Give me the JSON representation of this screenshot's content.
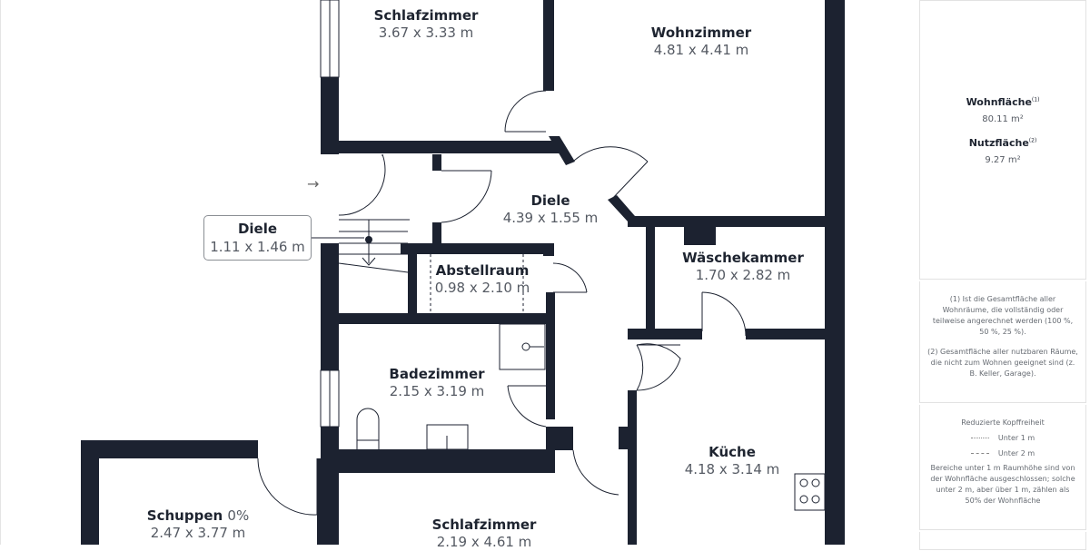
{
  "rooms": {
    "schlafzimmer_top": {
      "name": "Schlafzimmer",
      "dim": "3.67 x 3.33 m"
    },
    "wohnzimmer": {
      "name": "Wohnzimmer",
      "dim": "4.81 x 4.41 m"
    },
    "diele_main": {
      "name": "Diele",
      "dim": "4.39 x 1.55 m"
    },
    "diele_small": {
      "name": "Diele",
      "dim": "1.11 x 1.46 m"
    },
    "abstellraum": {
      "name": "Abstellraum",
      "dim": "0.98 x 2.10 m"
    },
    "waeschekammer": {
      "name": "Wäschekammer",
      "dim": "1.70 x 2.82 m"
    },
    "badezimmer": {
      "name": "Badezimmer",
      "dim": "2.15 x 3.19 m"
    },
    "kueche": {
      "name": "Küche",
      "dim": "4.18 x 3.14 m"
    },
    "schuppen": {
      "name": "Schuppen",
      "pct": "0%",
      "dim": "2.47 x 3.77 m"
    },
    "schlafzimmer_bottom": {
      "name": "Schlafzimmer",
      "dim": "2.19 x 4.61 m"
    }
  },
  "entrance_arrow": "→",
  "sidebar": {
    "wohnflaeche": {
      "label": "Wohnfläche",
      "sup": "(1)",
      "value": "80.11 m²"
    },
    "nutzflaeche": {
      "label": "Nutzfläche",
      "sup": "(2)",
      "value": "9.27 m²"
    },
    "note1": "(1) Ist die Gesamtfläche aller Wohnräume, die vollständig oder teilweise angerechnet werden (100 %, 50 %, 25 %).",
    "note2": "(2) Gesamtfläche aller nutzbaren Räume, die nicht zum Wohnen geeignet sind (z. B. Keller, Garage).",
    "legend": {
      "title": "Reduzierte Kopffreiheit",
      "under1": "Unter 1 m",
      "under2": "Unter 2 m",
      "note": "Bereiche unter 1 m Raumhöhe sind von der Wohnfläche ausgeschlossen; solche unter 2 m, aber über 1 m, zählen als 50% der Wohnfläche"
    }
  },
  "colors": {
    "wall": "#1c2230",
    "text": "#1e2430",
    "subtext": "#555a63"
  }
}
